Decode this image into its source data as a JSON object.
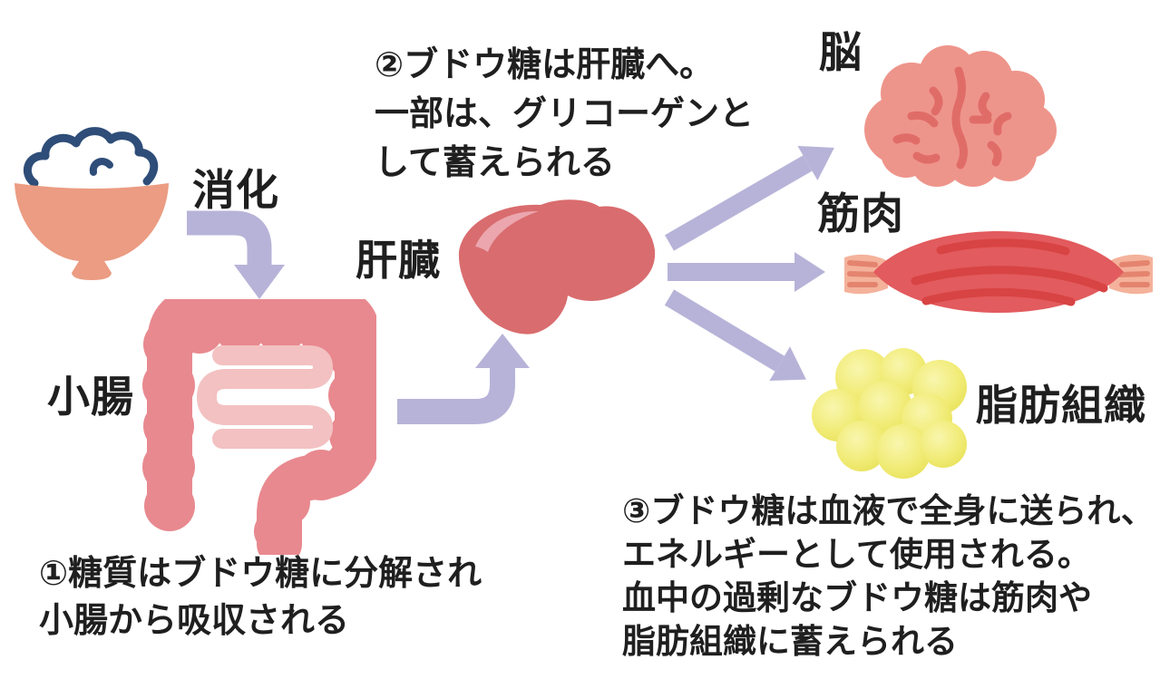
{
  "diagram": {
    "title": "glucose-metabolism-flow",
    "labels": {
      "digestion": "消化",
      "small_intestine": "小腸",
      "liver": "肝臓",
      "brain": "脳",
      "muscle": "筋肉",
      "adipose": "脂肪組織"
    },
    "notes": {
      "step1": "①糖質はブドウ糖に分解され\n小腸から吸収される",
      "step2": "②ブドウ糖は肝臓へ。\n一部は、グリコーゲンと\nして蓄えられる",
      "step3": "③ブドウ糖は血液で全身に送られ、\nエネルギーとして使用される。\n血中の過剰なブドウ糖は筋肉や\n脂肪組織に蓄えられる"
    },
    "icons": [
      "rice-bowl-icon",
      "flow-arrow-down-icon",
      "small-intestine-icon",
      "flow-arrow-up-icon",
      "liver-icon",
      "fan-arrows-icon",
      "brain-icon",
      "muscle-icon",
      "adipose-cells-icon"
    ],
    "colors": {
      "background": "#ffffff",
      "text": "#1f1f1f",
      "arrow": "#b7b3d8",
      "bowl": "#eb9c82",
      "rice_outline": "#2e4d78",
      "intestine": "#e8898f",
      "intestine_inner": "#f3c1c1",
      "liver": "#d96c6e",
      "liver_highlight": "#eba6ae",
      "brain": "#ee958b",
      "brain_lines": "#e06c68",
      "muscle": "#e25b5e",
      "muscle_lines": "#d84343",
      "tendon": "#f4b29b",
      "tendon_lines": "#e4846f",
      "fat": "#efe96e"
    }
  }
}
